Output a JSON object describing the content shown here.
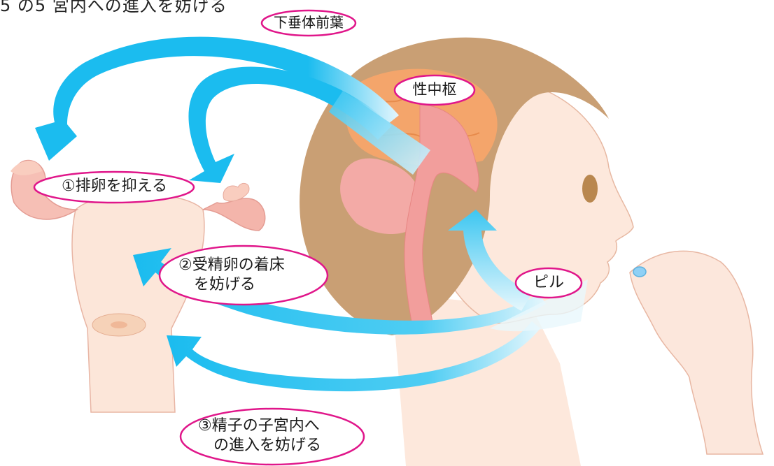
{
  "caption": "5 の5 宮内への進入を妨げる",
  "labels": {
    "pituitary": "下垂体前葉",
    "hypothalamus": "性中枢",
    "pill": "ピル",
    "effect1": "①排卵を抑える",
    "effect2": [
      "②受精卵の着床",
      "を妨げる"
    ],
    "effect3": [
      "③精子の子宮内へ",
      "の進入を妨げる"
    ]
  },
  "colors": {
    "arrow": "#1bbcef",
    "ellipse": "#e0168a",
    "skin": "#fce4d6",
    "hair": "#c89c72",
    "brain": "#f4a36a",
    "organ": "#f2a9a3"
  }
}
